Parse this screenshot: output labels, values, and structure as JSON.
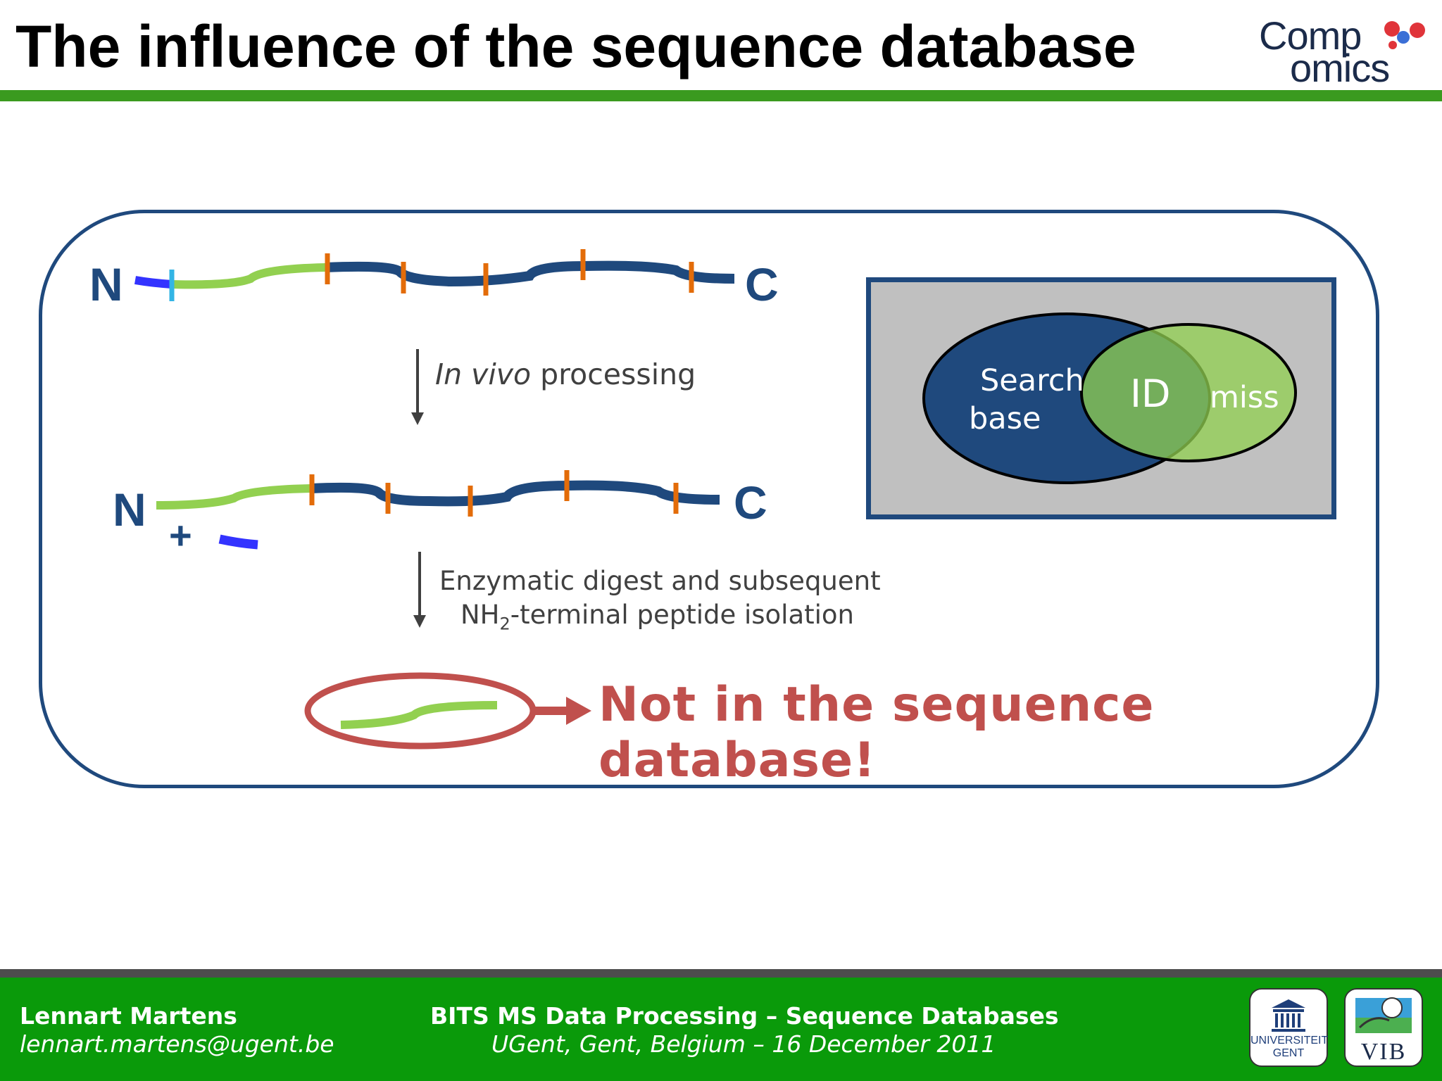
{
  "slide": {
    "title": "The influence of the sequence database",
    "logo_line1": "Comp",
    "logo_line2": "omics"
  },
  "diagram": {
    "n_label": "N",
    "c_label": "C",
    "plus_sign": "+",
    "step1_italic": "In vivo",
    "step1_rest": " processing",
    "step2_line1": "Enzymatic digest and subsequent",
    "step2_line2_pre": "NH",
    "step2_line2_sub": "2",
    "step2_line2_post": "-terminal peptide isolation",
    "result": "Not in the sequence database!"
  },
  "venn": {
    "left_line1": "Search",
    "left_line2": "base",
    "overlap": "ID",
    "right": "miss"
  },
  "footer": {
    "author": "Lennart Martens",
    "email": "lennart.martens@ugent.be",
    "course": "BITS MS Data Processing – Sequence Databases",
    "location": "UGent, Gent, Belgium – 16 December 2011",
    "ugent_line1": "UNIVERSITEIT",
    "ugent_line2": "GENT",
    "vib": "VIB"
  },
  "colors": {
    "navy": "#1f497d",
    "green": "#92d050",
    "orange": "#e36c09",
    "red": "#c0504d",
    "blue_end": "#3333ff",
    "cyan_mark": "#33b5e5"
  }
}
